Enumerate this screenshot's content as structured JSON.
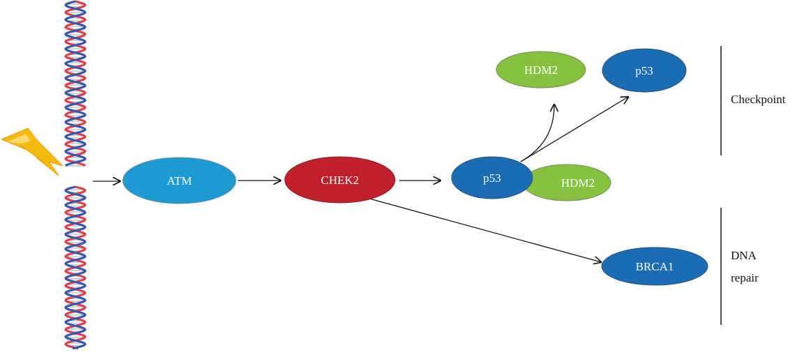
{
  "nodes": {
    "atm": {
      "label": "ATM",
      "color": "#1c9bd3"
    },
    "chek2": {
      "label": "CHEK2",
      "color": "#c0202a"
    },
    "p53_complex": {
      "label": "p53",
      "color": "#1a6db5"
    },
    "hdm2_complex": {
      "label": "HDM2",
      "color": "#86c23f"
    },
    "hdm2_free": {
      "label": "HDM2",
      "color": "#86c23f"
    },
    "p53_free": {
      "label": "p53",
      "color": "#1a6db5"
    },
    "brca1": {
      "label": "BRCA1",
      "color": "#1a6db5"
    }
  },
  "labels": {
    "checkpoint": "Checkpoint",
    "dna_repair_line1": "DNA",
    "dna_repair_line2": "repair"
  },
  "colors": {
    "dna_strand_red": "#d9414f",
    "dna_strand_blue": "#3b55a8",
    "dna_rungs": "#bfc5cc",
    "lightning": "#f5b800",
    "edge": "#111111"
  },
  "icons": [
    "dna-helix-icon",
    "lightning-bolt-icon"
  ]
}
